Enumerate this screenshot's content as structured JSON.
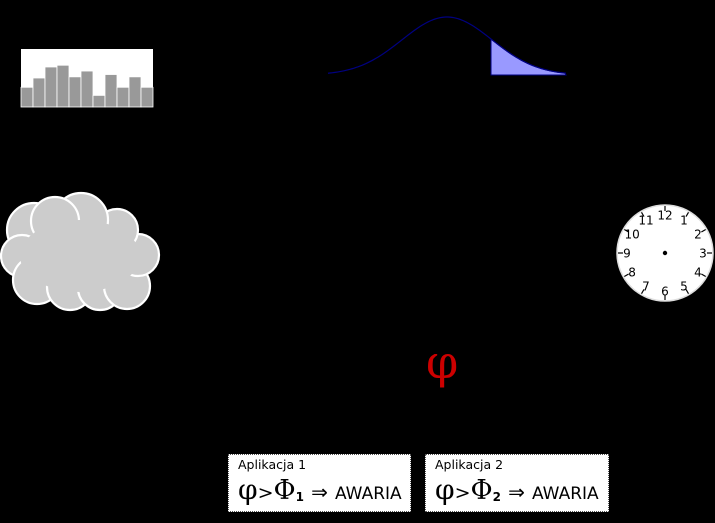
{
  "phi_symbol": "φ",
  "phi_color": "#cc0000",
  "clock": {
    "numbers": [
      "12",
      "1",
      "2",
      "3",
      "4",
      "5",
      "6",
      "7",
      "8",
      "9",
      "10",
      "11"
    ]
  },
  "histogram": {
    "bar_fill_fractions": [
      0.34,
      0.5,
      0.69,
      0.72,
      0.52,
      0.62,
      0.2,
      0.56,
      0.34,
      0.52,
      0.34
    ],
    "bar_color": "#999999"
  },
  "distribution": {
    "curve_color": "#000080",
    "tail_fill": "#9999ff"
  },
  "applications": [
    {
      "title": "Aplikacja 1",
      "phi": "φ",
      "gt": ">",
      "threshold": "Φ",
      "subscript": "1",
      "arrow": "⇒",
      "result": "AWARIA"
    },
    {
      "title": "Aplikacja 2",
      "phi": "φ",
      "gt": ">",
      "threshold": "Φ",
      "subscript": "2",
      "arrow": "⇒",
      "result": "AWARIA"
    }
  ]
}
